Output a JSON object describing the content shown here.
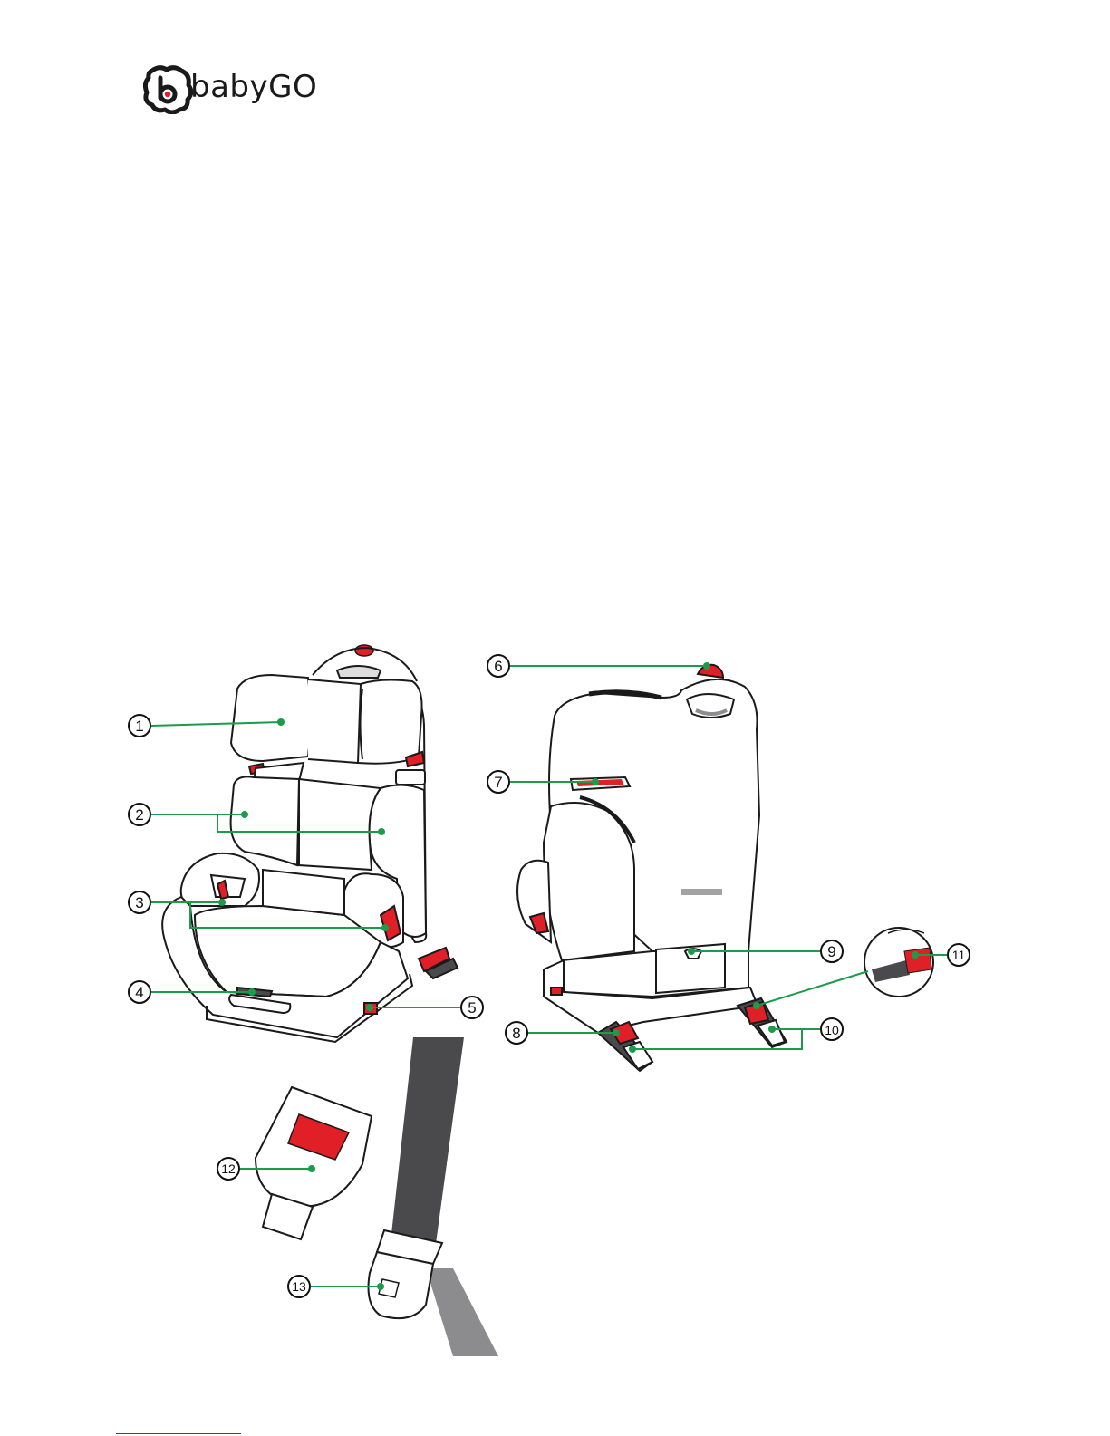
{
  "brand": {
    "name": "babyGO",
    "mark_letter": "b",
    "colors": {
      "outline": "#1a1a1a",
      "accent": "#e01f26"
    }
  },
  "colors": {
    "leader": "#1a9c4a",
    "accent_red": "#e01f26",
    "belt_dark": "#4a4a4c",
    "belt_grey": "#8c8c8e",
    "line": "#1a1a1a"
  },
  "callouts": [
    {
      "id": 1,
      "label": "1"
    },
    {
      "id": 2,
      "label": "2"
    },
    {
      "id": 3,
      "label": "3"
    },
    {
      "id": 4,
      "label": "4"
    },
    {
      "id": 5,
      "label": "5"
    },
    {
      "id": 6,
      "label": "6"
    },
    {
      "id": 7,
      "label": "7"
    },
    {
      "id": 8,
      "label": "8"
    },
    {
      "id": 9,
      "label": "9"
    },
    {
      "id": 10,
      "label": "10"
    },
    {
      "id": 11,
      "label": "11"
    },
    {
      "id": 12,
      "label": "12"
    },
    {
      "id": 13,
      "label": "13"
    }
  ]
}
